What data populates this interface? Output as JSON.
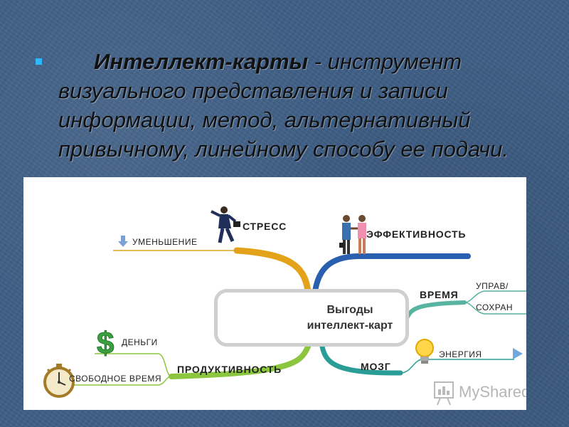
{
  "slide": {
    "term": "Интеллект-карты",
    "dash": " - ",
    "lines": [
      "инструмент",
      "визуального представления и записи",
      "информации, метод, альтернативный",
      "привычному, линейному способу ее подачи."
    ]
  },
  "mindmap": {
    "center_line1": "Выгоды",
    "center_line2": "интеллект-карт",
    "stress": "СТРЕСС",
    "reduction": "УМЕНЬШЕНИЕ",
    "efficiency": "ЭФФЕКТИВНОСТЬ",
    "time": "ВРЕМЯ",
    "manage": "УПРАВ/",
    "save": "СОХРАН",
    "money": "ДЕНЬГИ",
    "free_time": "СВОБОДНОЕ ВРЕМЯ",
    "productivity": "ПРОДУКТИВНОСТЬ",
    "brain": "МОЗГ",
    "energy": "ЭНЕРГИЯ",
    "dollar_symbol": "$"
  },
  "watermark": "MyShared",
  "colors": {
    "background": "#3f5f86",
    "bullet": "#2fb8ff",
    "stress_branch": "#e3a21a",
    "efficiency_branch": "#2a5fb0",
    "time_branch": "#58b4a0",
    "productivity_branch": "#8cc63f",
    "brain_branch": "#2a9e96"
  }
}
